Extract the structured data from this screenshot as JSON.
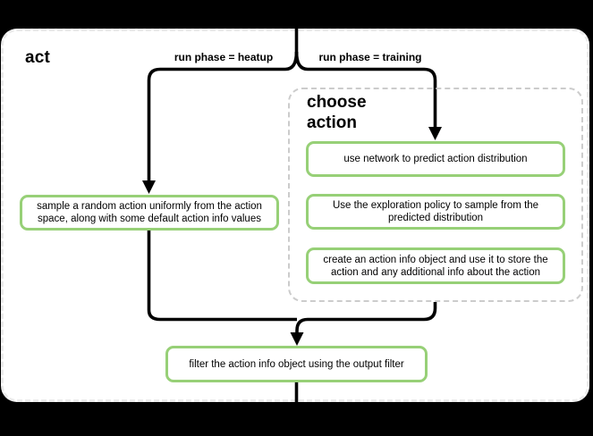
{
  "diagram": {
    "container_label": "act",
    "group_label": "choose action",
    "edges": {
      "heatup_label": "run phase = heatup",
      "training_label": "run phase = training"
    },
    "nodes": {
      "sample_random": "sample a random action uniformly from the action space, along with some default action info values",
      "use_network": "use network to predict action distribution",
      "exploration_policy": "Use the exploration policy to sample from the predicted distribution",
      "create_action_info": "create an action info object and use it to store the action and any additional info about the action",
      "filter_output": "filter the action info object using the output filter"
    },
    "colors": {
      "background": "#000000",
      "panel_fill": "#ffffff",
      "panel_border": "#ececec",
      "node_border": "#97d077",
      "group_border": "#cccccc",
      "connector": "#000000",
      "text": "#000000"
    }
  }
}
